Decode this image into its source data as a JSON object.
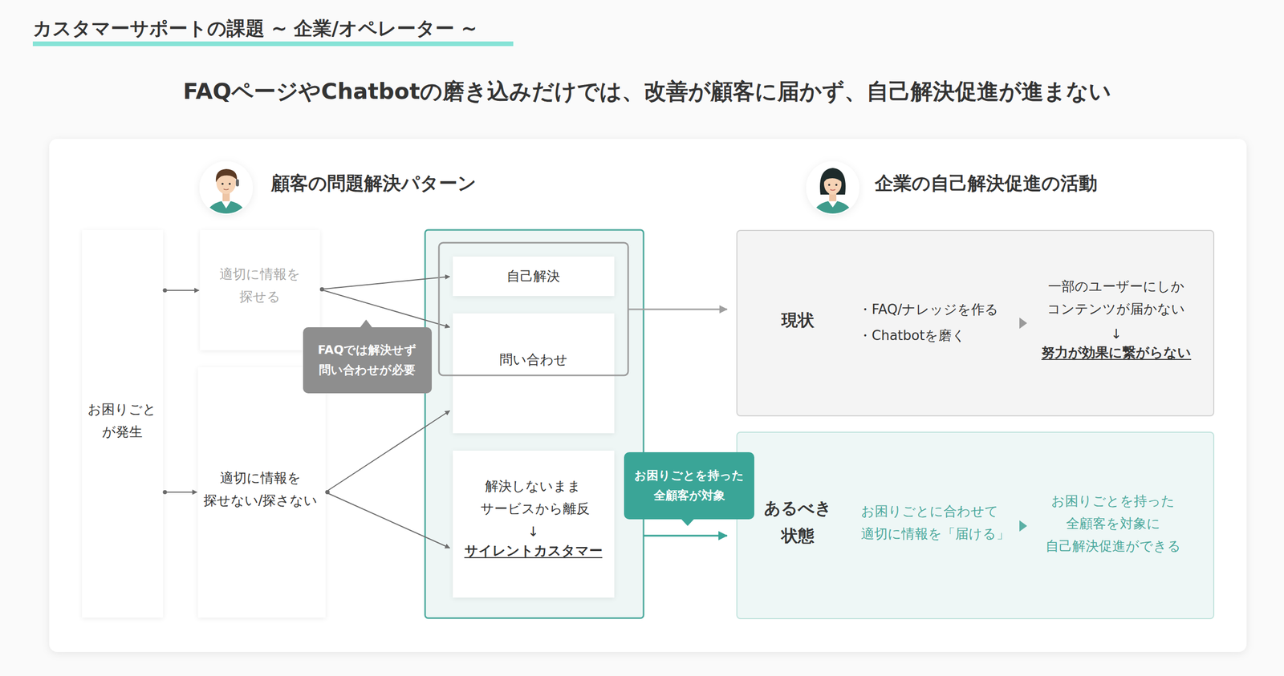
{
  "diagram": {
    "title": "カスタマーサポートの課題 ~ 企業/オペレーター ~",
    "nodes": [
      {
        "text": [
          "お困りごと が発生"
        ]
      },
      {
        "text": [
          "適切に情報を 探せる"
        ]
      },
      {
        "text": [
          "FAQでは解決せず 問い合わせが必要"
        ]
      },
      {
        "text": [
          "適切に情報を 探せない/探さない"
        ]
      },
      {
        "text": [
          "自己解決"
        ]
      },
      {
        "text": [
          "問い合わせ"
        ]
      },
      {
        "text": [
          "解決しないまま サービスから離反",
          "↓",
          "サイレントカスタマー"
        ]
      },
      {
        "text": [
          "お困りごとを持った 全顧客が対象"
        ]
      },
      {
        "text": [
          "現状",
          "・FAQ/ナレッジを作る",
          "・Chatbotを磨く",
          "一部のユーザーにしか コンテンツが届かない",
          "↓",
          "努力が効果に繋がらない"
        ]
      },
      {
        "text": [
          "あるべき 状態",
          "お困りごとに合わせて 適切に情報を「届ける」",
          "お困りごとを持った 全顧客を対象に 自己解決促進ができる"
        ]
      }
    ],
    "edges": [
      {
        "from": 0,
        "to": 1,
        "arrow": "to"
      },
      {
        "from": 0,
        "to": 3,
        "arrow": "to"
      },
      {
        "from": 1,
        "to": 4,
        "arrow": "to"
      },
      {
        "from": 1,
        "to": 5,
        "arrow": "to"
      },
      {
        "from": 3,
        "to": 5,
        "arrow": "to"
      },
      {
        "from": 3,
        "to": 6,
        "arrow": "to"
      },
      {
        "from": 4,
        "to": 8,
        "arrow": "to"
      },
      {
        "from": 6,
        "to": 9,
        "arrow": "to"
      }
    ],
    "labels": [
      "FAQページやChatbotの磨き込みだけでは、改善が顧客に届かず、自己解決促進が進まない",
      "顧客の問題解決パターン",
      "企業の自己解決促進の活動"
    ]
  }
}
